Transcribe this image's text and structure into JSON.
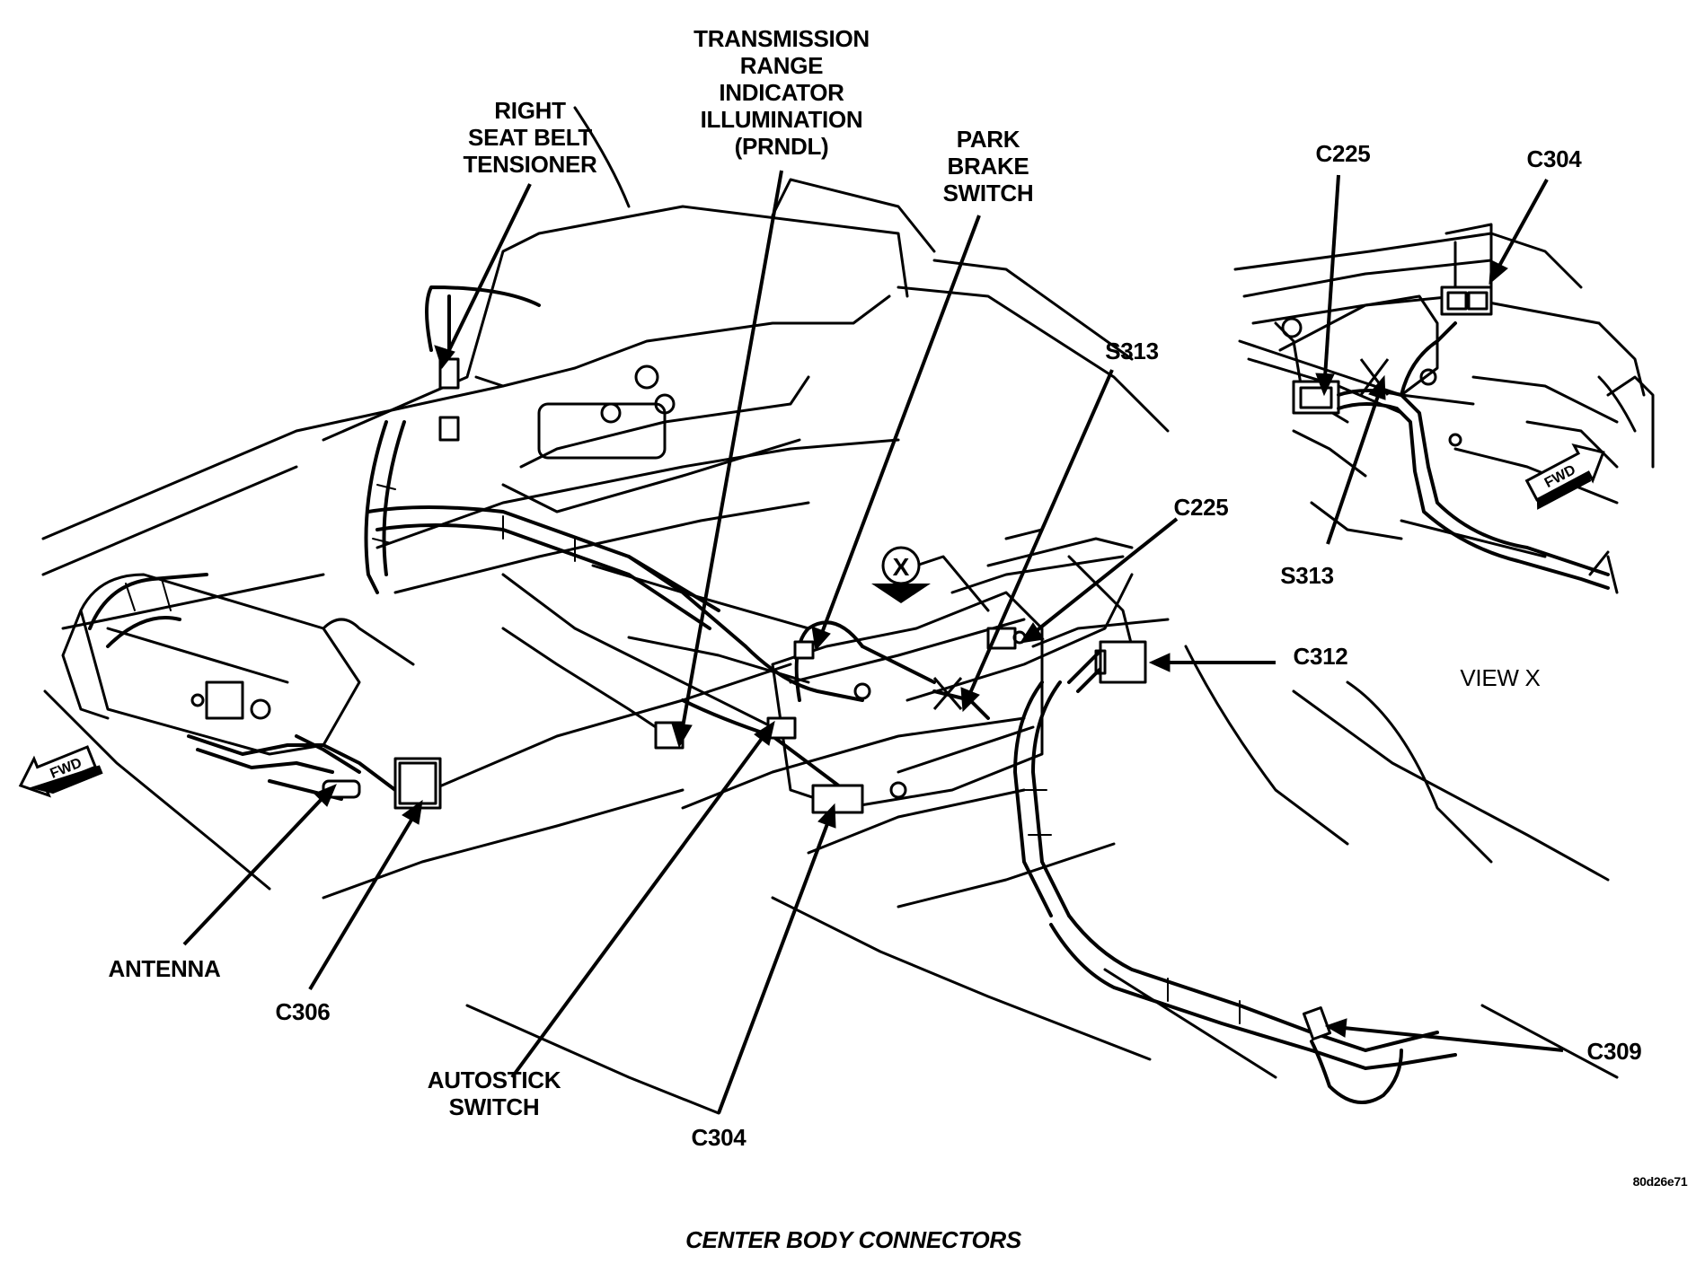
{
  "labels": {
    "right_seat_belt_tensioner": "RIGHT\nSEAT BELT\nTENSIONER",
    "prndl": "TRANSMISSION\nRANGE\nINDICATOR\nILLUMINATION\n(PRNDL)",
    "park_brake_switch": "PARK\nBRAKE\nSWITCH",
    "s313_main": "S313",
    "c225_main": "C225",
    "c312": "C312",
    "antenna": "ANTENNA",
    "c306": "C306",
    "autostick_switch": "AUTOSTICK\nSWITCH",
    "c304_main": "C304",
    "c309": "C309",
    "c225_inset": "C225",
    "c304_inset": "C304",
    "s313_inset": "S313",
    "view_x": "VIEW X",
    "view_marker": "X",
    "fwd_main": "FWD",
    "fwd_inset": "FWD",
    "figure_code": "80d26e71",
    "caption": "CENTER BODY CONNECTORS"
  }
}
